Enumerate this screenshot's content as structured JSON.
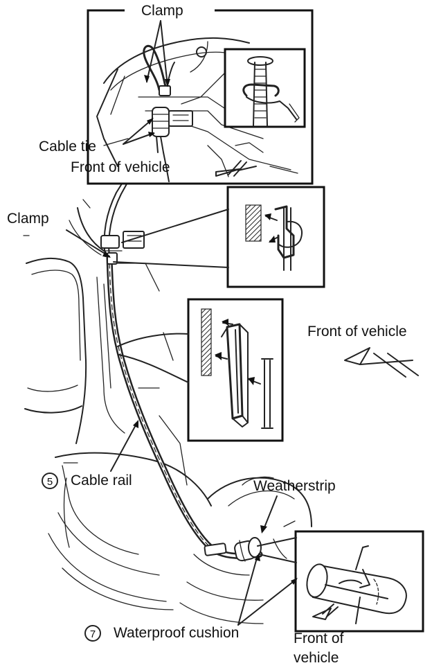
{
  "labels": {
    "clamp_top": "Clamp",
    "cable_tie": "Cable tie",
    "front_of_vehicle_top": "Front of vehicle",
    "clamp_left": "Clamp",
    "front_of_vehicle_right": "Front of vehicle",
    "cable_rail_number": "5",
    "cable_rail": "Cable rail",
    "weatherstrip": "Weatherstrip",
    "waterproof_cushion_number": "7",
    "waterproof_cushion": "Waterproof cushion",
    "front_of_vehicle_bottom_line1": "Front of",
    "front_of_vehicle_bottom_line2": "vehicle"
  }
}
